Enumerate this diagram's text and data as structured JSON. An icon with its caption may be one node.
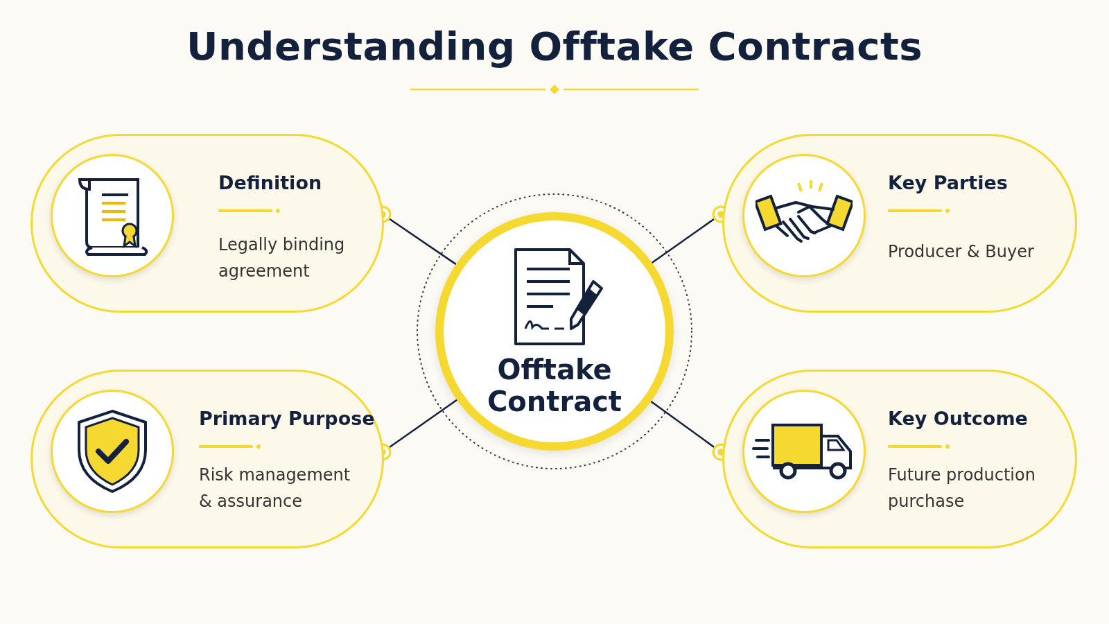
{
  "diagram": {
    "title": "Understanding Offtake Contracts",
    "nodes": [
      {
        "text": [
          "Definition",
          "Legally binding agreement"
        ]
      },
      {
        "text": [
          "Key Parties",
          "Producer & Buyer"
        ]
      },
      {
        "text": [
          "Offtake Contract"
        ]
      },
      {
        "text": [
          "Primary Purpose",
          "Risk management & assurance"
        ]
      },
      {
        "text": [
          "Key Outcome",
          "Future production purchase"
        ]
      }
    ],
    "edges": [
      {
        "from": 2,
        "to": 0,
        "arrow": "other"
      },
      {
        "from": 2,
        "to": 1,
        "arrow": "other"
      },
      {
        "from": 2,
        "to": 3,
        "arrow": "other"
      },
      {
        "from": 2,
        "to": 4,
        "arrow": "other"
      }
    ]
  }
}
